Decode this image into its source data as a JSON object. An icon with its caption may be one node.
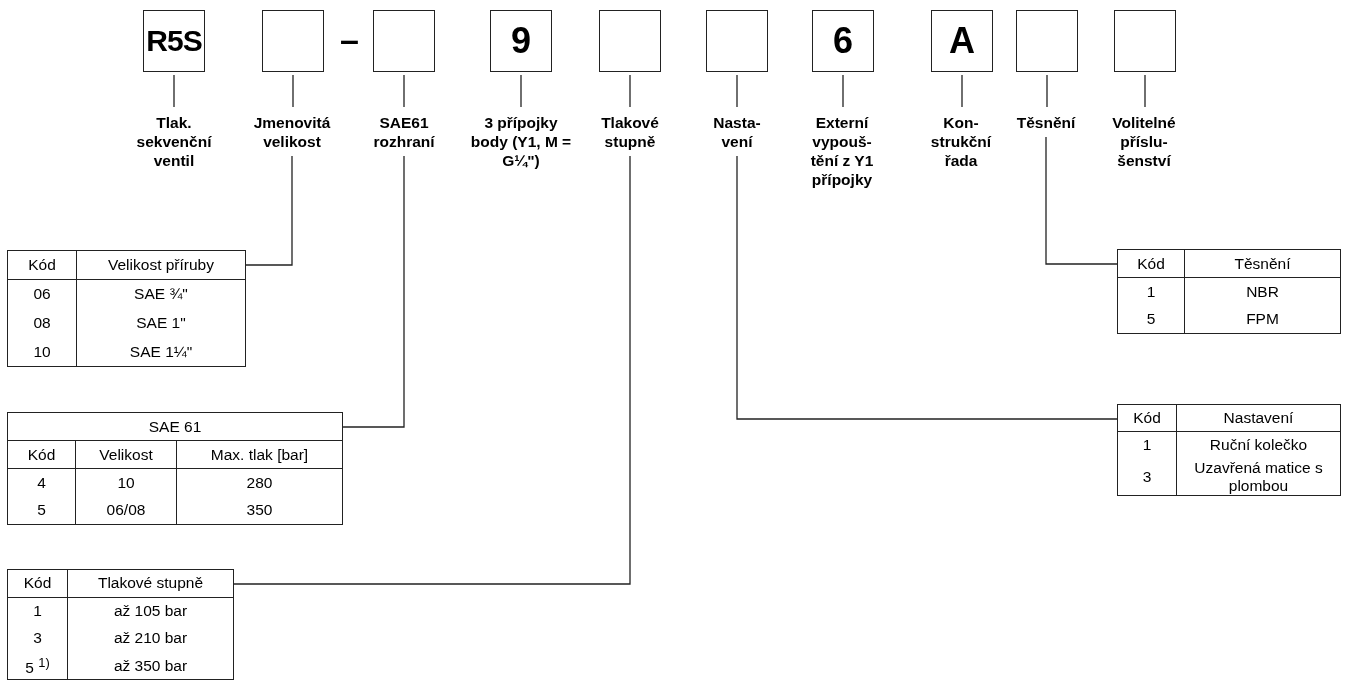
{
  "diagram": {
    "nodes": [
      {
        "text": [
          "R5S"
        ]
      },
      {
        "text": [],
        "shape": "box"
      },
      {
        "text": [],
        "shape": "box"
      },
      {
        "text": [
          "9"
        ]
      },
      {
        "text": [],
        "shape": "box"
      },
      {
        "text": [],
        "shape": "box"
      },
      {
        "text": [
          "6"
        ]
      },
      {
        "text": [
          "A"
        ]
      },
      {
        "text": [],
        "shape": "box"
      },
      {
        "text": [],
        "shape": "box"
      },
      {
        "text": [
          "Tlak. sekvenční ventil"
        ]
      },
      {
        "text": [
          "Jmenovitá velikost"
        ]
      },
      {
        "text": [
          "SAE61 rozhraní"
        ]
      },
      {
        "text": [
          "3 přípojky body (Y1, M = G¼\")"
        ]
      },
      {
        "text": [
          "Tlakové stupně"
        ]
      },
      {
        "text": [
          "Nasta-vení"
        ]
      },
      {
        "text": [
          "Externí vypouš-tění z Y1 přípojky"
        ]
      },
      {
        "text": [
          "Kon-strukční řada"
        ]
      },
      {
        "text": [
          "Těsnění"
        ]
      },
      {
        "text": [
          "Volitelné příslu-šenství"
        ]
      },
      {
        "text": [
          "Kód",
          "Velikost příruby",
          "06",
          "SAE ¾\"",
          "08",
          "SAE 1\"",
          "10",
          "SAE 1¼\""
        ]
      },
      {
        "text": [
          "SAE 61",
          "Kód",
          "Velikost",
          "Max. tlak [bar]",
          "4",
          "10",
          "280",
          "5",
          "06/08",
          "350"
        ]
      },
      {
        "text": [
          "Kód",
          "Tlakové stupně",
          "1",
          "až 105 bar",
          "3",
          "až 210 bar",
          "5 $^{1)}$",
          "až 350 bar"
        ]
      },
      {
        "text": [
          "Kód",
          "Těsnění",
          "1",
          "NBR",
          "5",
          "FPM"
        ]
      },
      {
        "text": [
          "Kód",
          "Nastavení",
          "1",
          "Ruční kolečko",
          "3",
          "Uzavřená matice s plombou"
        ]
      }
    ],
    "edges": [
      {
        "from": 0,
        "to": 10,
        "arrow": "none"
      },
      {
        "from": 1,
        "to": 11,
        "arrow": "none"
      },
      {
        "from": 2,
        "to": 12,
        "arrow": "none"
      },
      {
        "from": 3,
        "to": 13,
        "arrow": "none"
      },
      {
        "from": 4,
        "to": 14,
        "arrow": "none"
      },
      {
        "from": 5,
        "to": 15,
        "arrow": "none"
      },
      {
        "from": 6,
        "to": 16,
        "arrow": "none"
      },
      {
        "from": 7,
        "to": 17,
        "arrow": "none"
      },
      {
        "from": 8,
        "to": 18,
        "arrow": "none"
      },
      {
        "from": 9,
        "to": 19,
        "arrow": "none"
      },
      {
        "from": 11,
        "to": 20,
        "arrow": "none"
      },
      {
        "from": 12,
        "to": 21,
        "arrow": "none"
      },
      {
        "from": 14,
        "to": 22,
        "arrow": "none"
      },
      {
        "from": 18,
        "to": 23,
        "arrow": "none"
      },
      {
        "from": 15,
        "to": 24,
        "arrow": "none"
      }
    ],
    "labels": [
      "–"
    ]
  }
}
